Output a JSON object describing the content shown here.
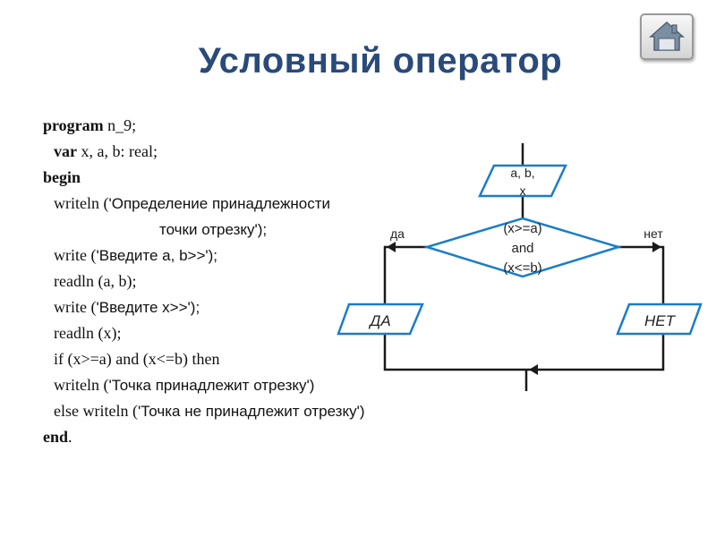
{
  "title": "Условный оператор",
  "code": {
    "l1_kw": "program",
    "l1_rest": " n_9;",
    "l2_kw": "var",
    "l2_rest": " x, a, b: real;",
    "l3_kw": "begin",
    "l4_pre": "writeln (",
    "l4_str": "'Определение принадлежности",
    "l5_str": "точки отрезку');",
    "l6_pre": "write (",
    "l6_str": "'Введите a, b>>');",
    "l7": "readln (a, b);",
    "l8_pre": "write (",
    "l8_str": "'Введите x>>');",
    "l9": "readln (x);",
    "l10": "if (x>=a) and (x<=b) then",
    "l11_pre": "writeln (",
    "l11_str": "'Точка принадлежит отрезку')",
    "l12_pre": "else writeln (",
    "l12_str": "'Точка не принадлежит отрезку')",
    "l13_kw": "end",
    "l13_rest": "."
  },
  "flowchart": {
    "input_line1": "a, b,",
    "input_line2": "x",
    "cond_line1": "(x>=a)",
    "cond_line2": "and",
    "cond_line3": "(x<=b)",
    "yes_label": "да",
    "no_label": "нет",
    "yes_box": "ДА",
    "no_box": "НЕТ",
    "stroke_color": "#1a1a1a",
    "shape_stroke": "#1a7dc8"
  },
  "colors": {
    "title": "#2a4a7a"
  }
}
